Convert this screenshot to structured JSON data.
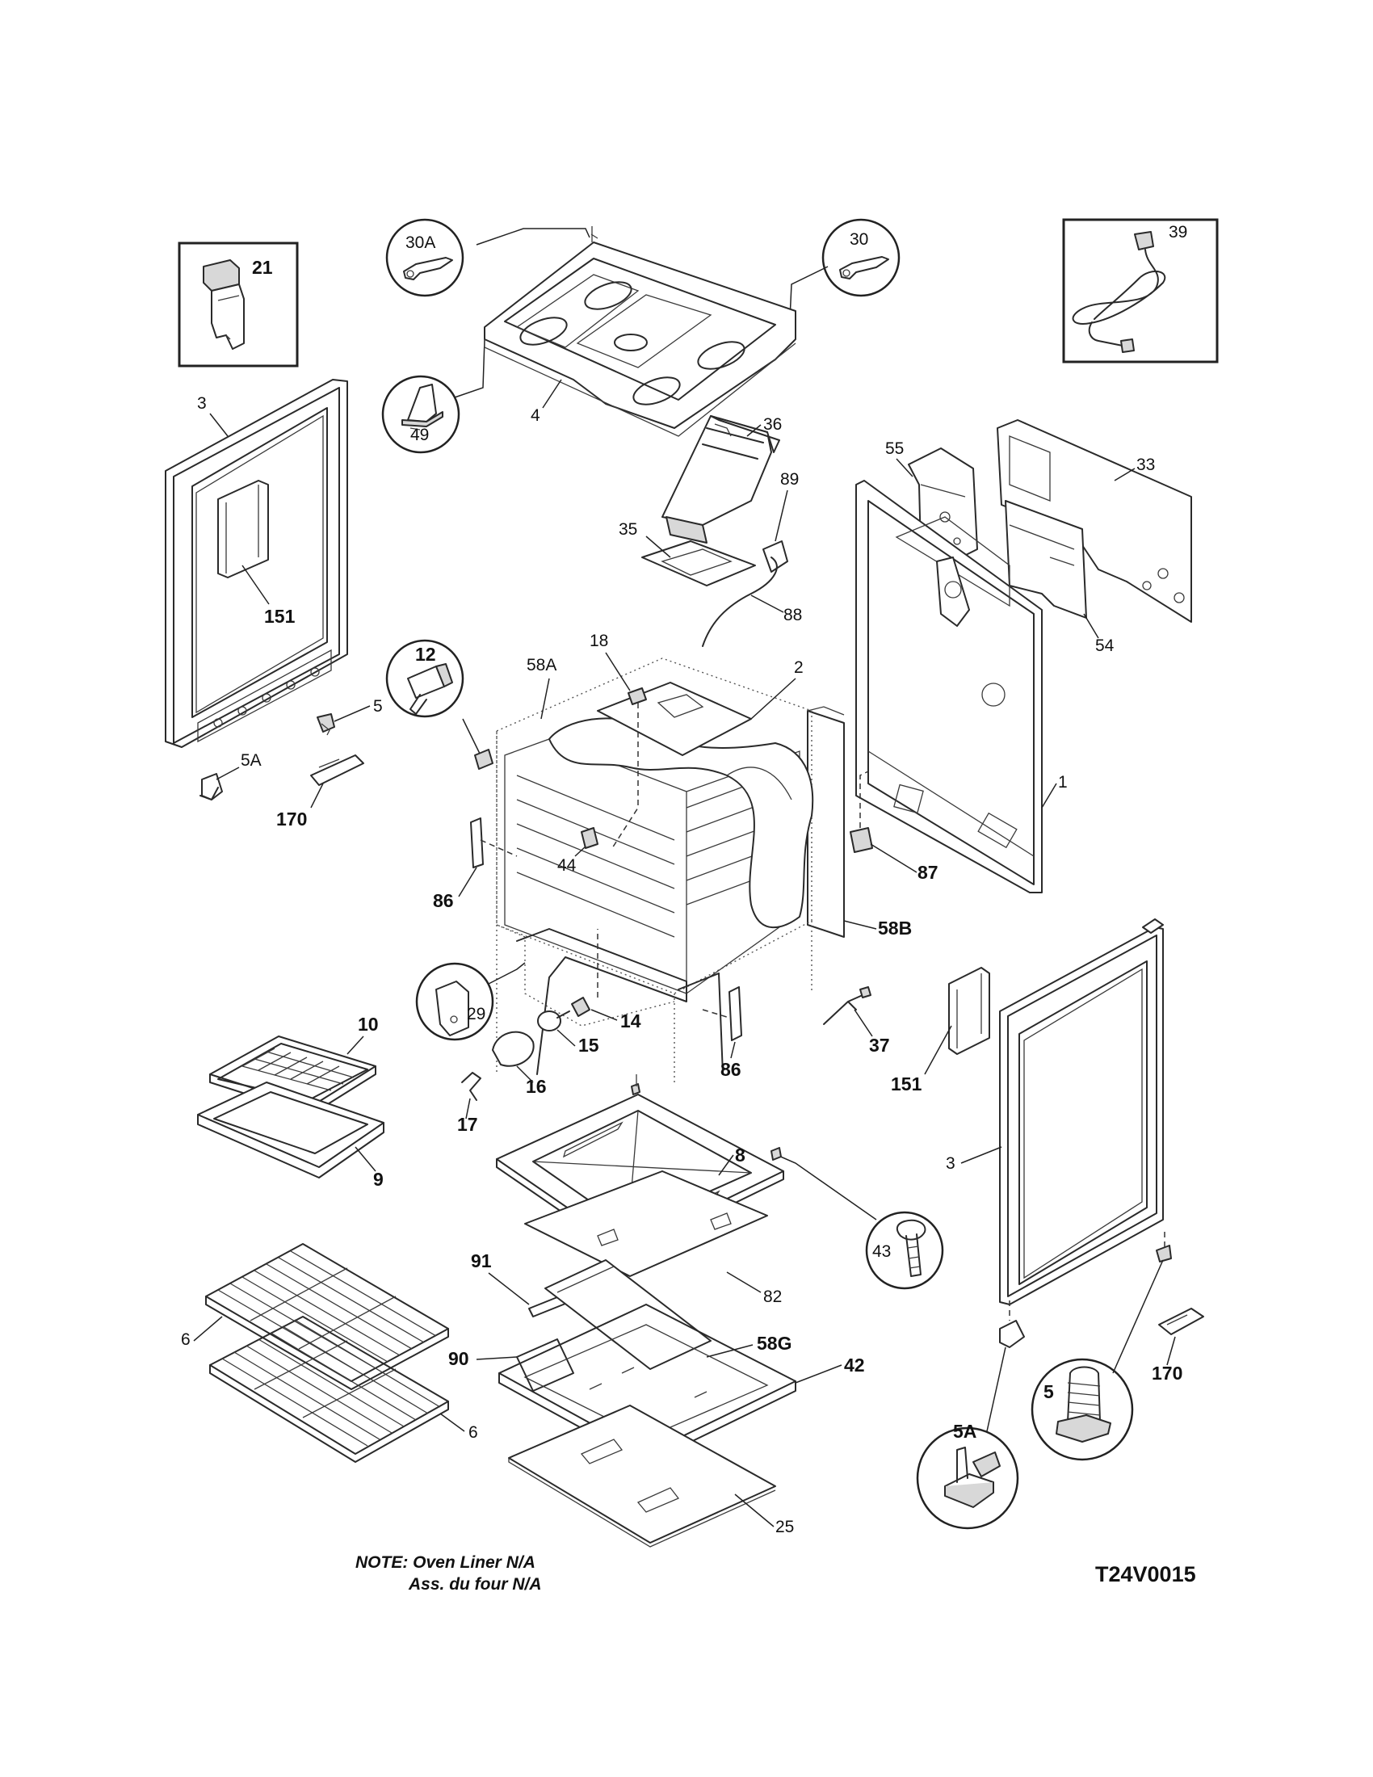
{
  "diagram_code": "T24V0015",
  "note": {
    "line1": "NOTE: Oven Liner N/A",
    "line2": "Ass. du four N/A"
  },
  "callouts": {
    "p21": "21",
    "p30A": "30A",
    "p30": "30",
    "p39": "39",
    "p49": "49",
    "p4": "4",
    "p3_left": "3",
    "p151_left": "151",
    "p36": "36",
    "p89": "89",
    "p35": "35",
    "p88": "88",
    "p55": "55",
    "p33": "33",
    "p54": "54",
    "p12": "12",
    "p18": "18",
    "p58A": "58A",
    "p2": "2",
    "p5_top": "5",
    "p5A_top": "5A",
    "p170_left": "170",
    "p1": "1",
    "p87": "87",
    "p58B": "58B",
    "p86_left": "86",
    "p44": "44",
    "p86_right": "86",
    "p29": "29",
    "p10": "10",
    "p14": "14",
    "p15": "15",
    "p16": "16",
    "p17": "17",
    "p9": "9",
    "p37": "37",
    "p151_right": "151",
    "p8": "8",
    "p3_right": "3",
    "p43": "43",
    "p82": "82",
    "p91": "91",
    "p58G": "58G",
    "p90": "90",
    "p42": "42",
    "p6_top": "6",
    "p6_bottom": "6",
    "p25": "25",
    "p5_bottom": "5",
    "p5A_bottom": "5A",
    "p170_right": "170"
  }
}
